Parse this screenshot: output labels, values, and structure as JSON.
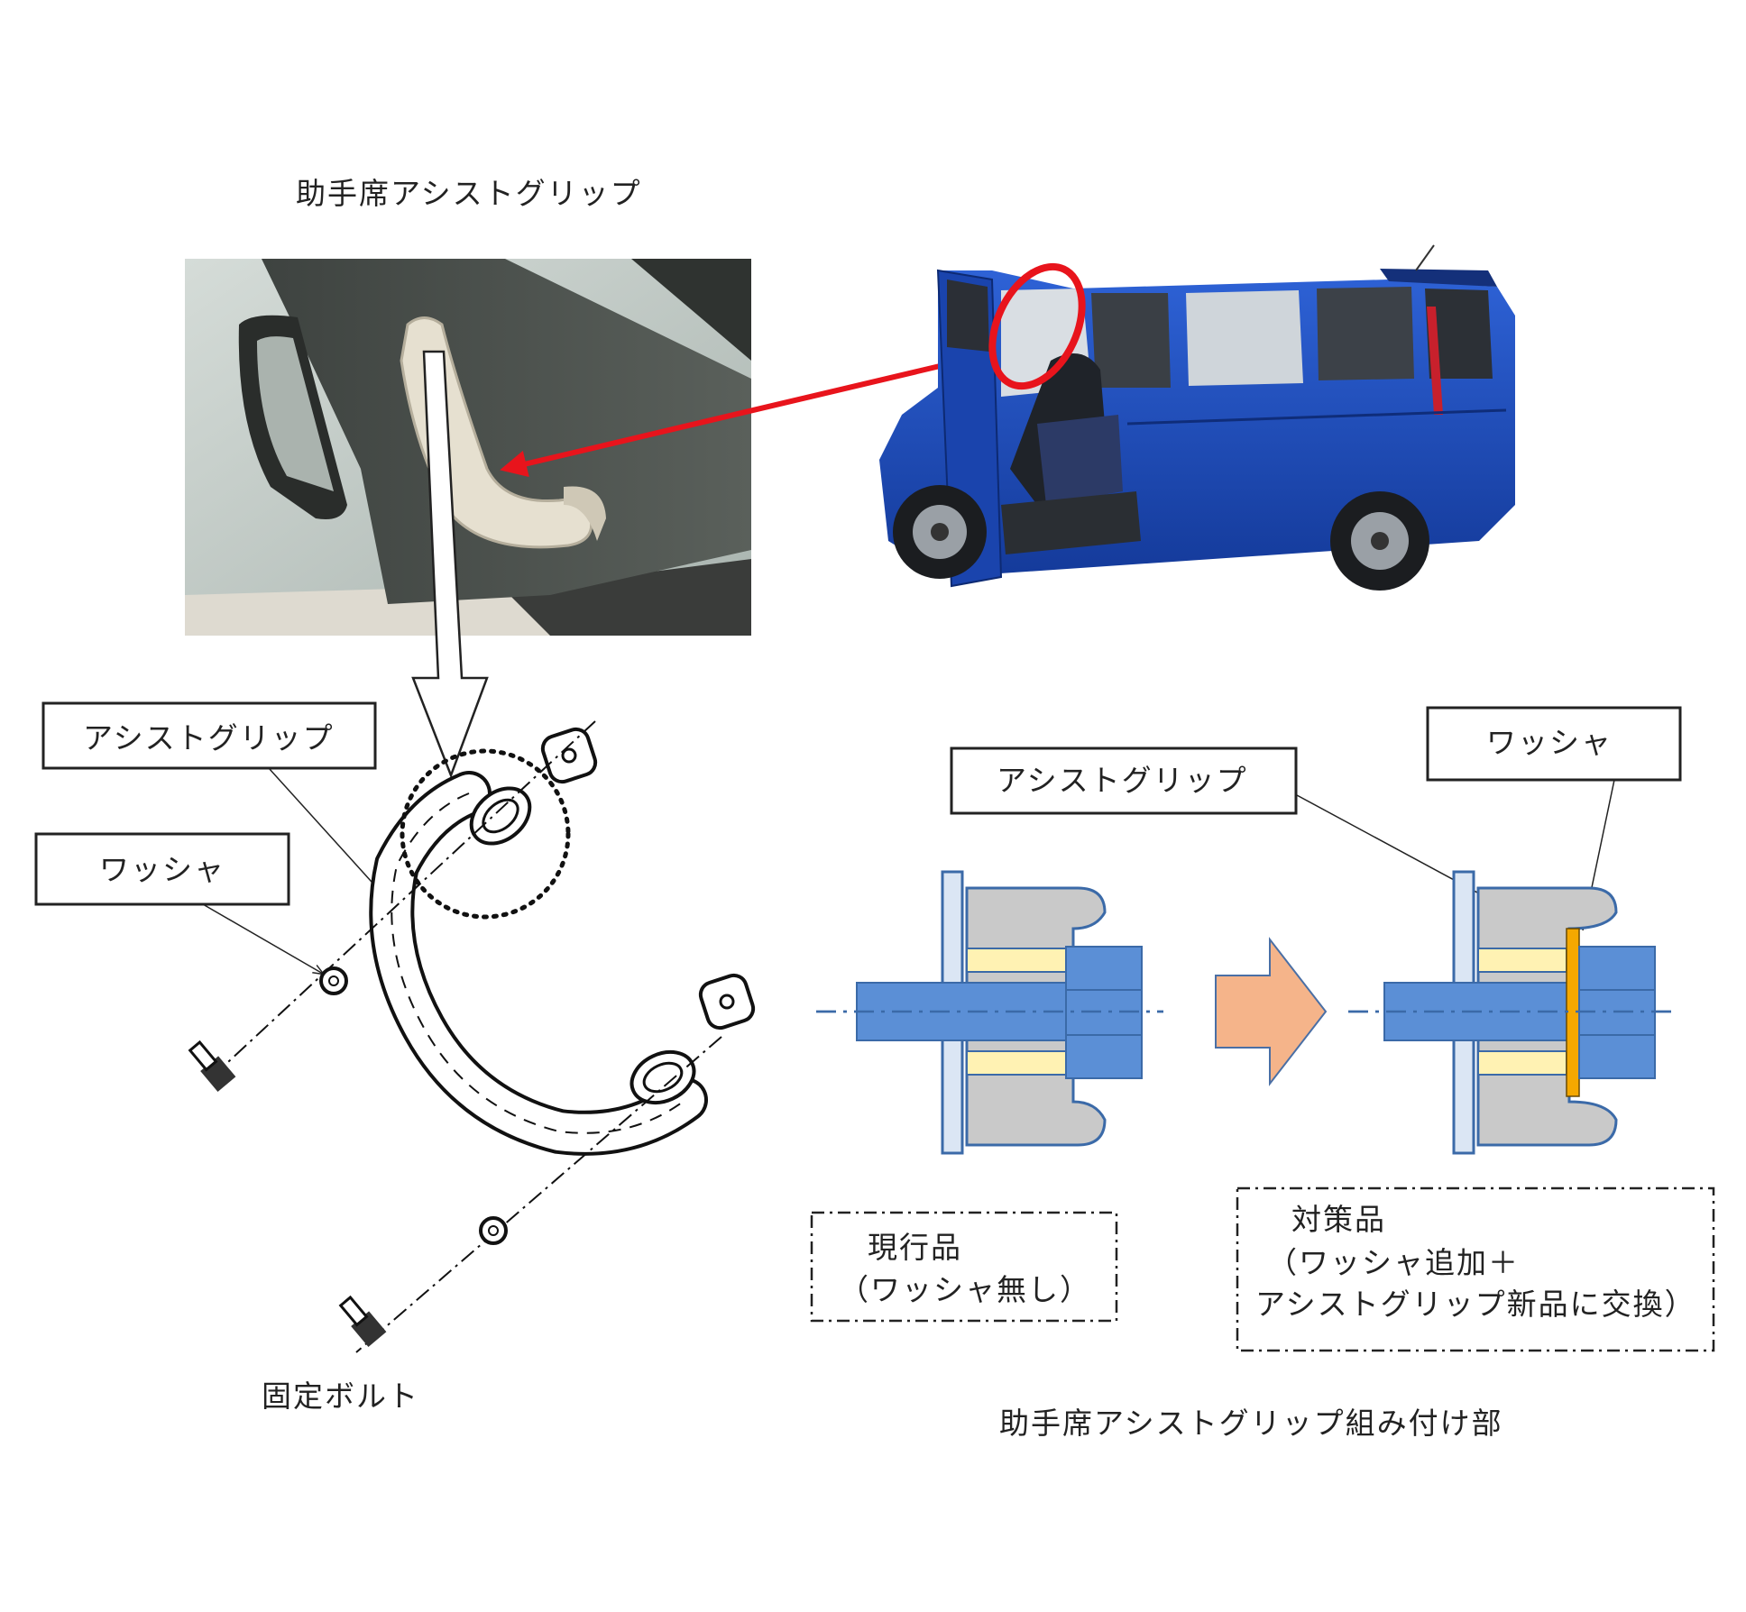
{
  "header": {
    "photo_caption": "助手席アシストグリップ"
  },
  "left_diagram": {
    "assist_grip_label": "アシストグリップ",
    "washer_label": "ワッシャ",
    "bolt_label": "固定ボルト"
  },
  "right_diagram": {
    "assist_grip_label": "アシストグリップ",
    "washer_label": "ワッシャ",
    "current": {
      "line1": "現行品",
      "line2": "（ワッシャ無し）"
    },
    "countermeasure": {
      "line1": "対策品",
      "line2": "（ワッシャ追加＋",
      "line3": "アシストグリップ新品に交換）"
    },
    "caption": "助手席アシストグリップ組み付け部"
  },
  "colors": {
    "highlight_red": "#e8141c",
    "car_blue": "#1d49b8",
    "bolt_blue": "#5b8fd6",
    "spacer_cream": "#fff2b3",
    "grip_gray": "#c8c8c8",
    "washer_orange": "#f5a800",
    "arrow_peach": "#f5b48a"
  }
}
